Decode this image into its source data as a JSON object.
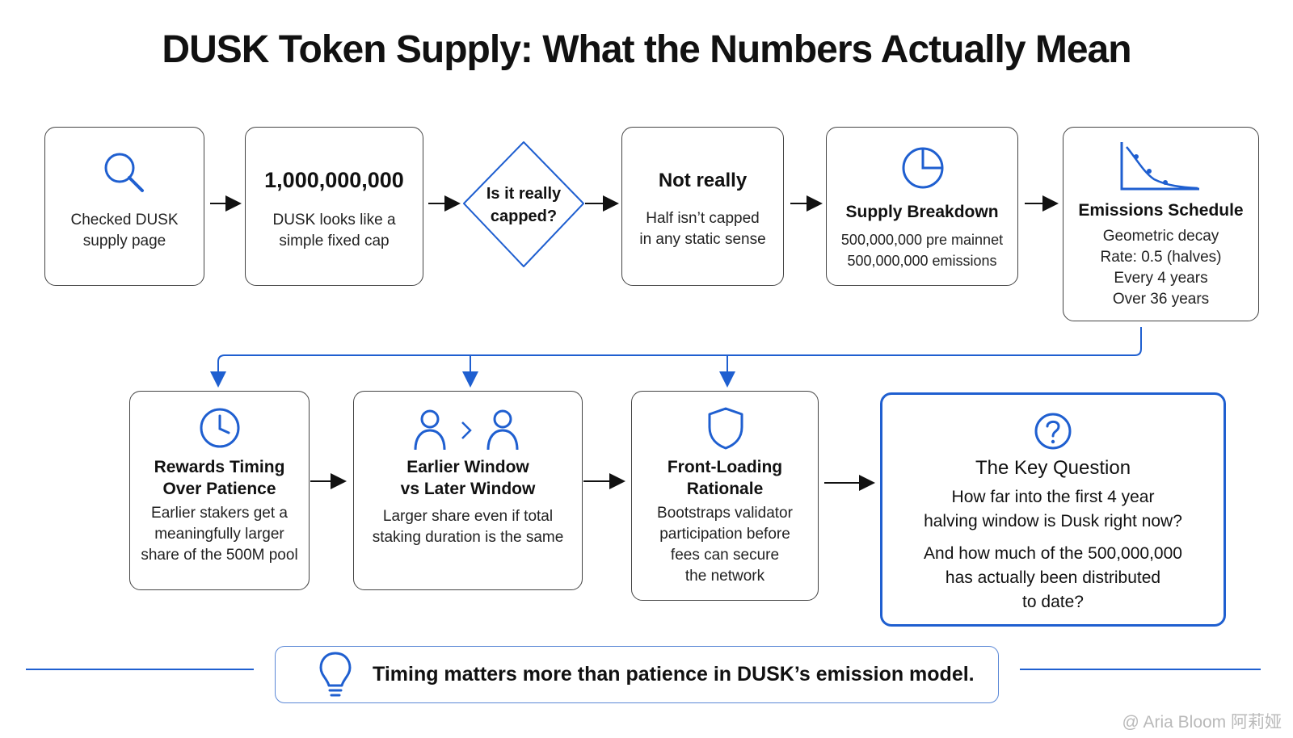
{
  "title": "DUSK Token Supply: What the Numbers Actually Mean",
  "row1": {
    "checked": {
      "line1": "Checked DUSK",
      "line2": "supply page",
      "icon": "magnifier-icon"
    },
    "cap": {
      "head": "1,000,000,000",
      "line1": "DUSK looks like a",
      "line2": "simple fixed cap"
    },
    "question": {
      "line1": "Is it really",
      "line2": "capped?"
    },
    "not_really": {
      "head": "Not really",
      "line1": "Half isn’t capped",
      "line2": "in any static sense"
    },
    "breakdown": {
      "head": "Supply Breakdown",
      "line1": "500,000,000 pre mainnet",
      "line2": "500,000,000 emissions",
      "icon": "pie-chart-icon"
    },
    "emissions": {
      "head": "Emissions Schedule",
      "line1": "Geometric decay",
      "line2": "Rate: 0.5 (halves)",
      "line3": "Every 4 years",
      "line4": "Over 36 years",
      "icon": "decay-chart-icon"
    }
  },
  "row2": {
    "rewards": {
      "head1": "Rewards Timing",
      "head2": "Over Patience",
      "line1": "Earlier stakers get a",
      "line2": "meaningfully larger",
      "line3": "share of the 500M pool",
      "icon": "clock-icon"
    },
    "window": {
      "head1": "Earlier Window",
      "head2": "vs Later Window",
      "line1": "Larger share even if total",
      "line2": "staking duration is the same",
      "icon": "users-compare-icon"
    },
    "front": {
      "head1": "Front-Loading",
      "head2": "Rationale",
      "line1": "Bootstraps validator",
      "line2": "participation before",
      "line3": "fees can secure",
      "line4": "the network",
      "icon": "shield-icon"
    },
    "key": {
      "head": "The Key Question",
      "line1": "How far into the first 4 year",
      "line2": "halving window is Dusk right now?",
      "line3": "And how much of the 500,000,000",
      "line4": "has actually been distributed",
      "line5": "to date?",
      "icon": "question-icon"
    }
  },
  "banner": {
    "text": "Timing matters more than patience in DUSK’s emission model.",
    "icon": "lightbulb-icon"
  },
  "watermark": "@ Aria Bloom 阿莉娅",
  "colors": {
    "accent": "#1f5fd0",
    "border": "#444444",
    "text": "#111111"
  }
}
